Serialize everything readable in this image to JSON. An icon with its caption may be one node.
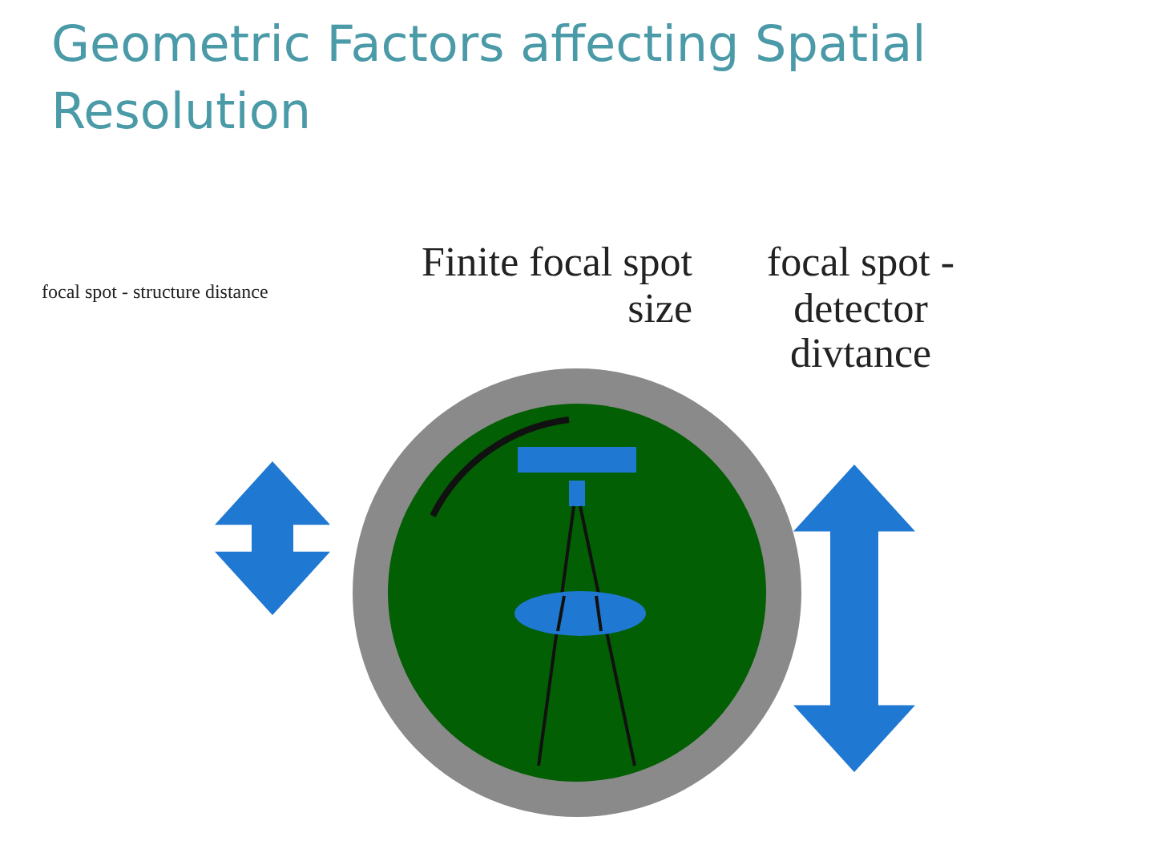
{
  "diagram": {
    "title": "Geometric Factors affecting Spatial Resolution",
    "labels": [
      "focal spot - structure distance",
      "Finite focal spot size",
      "focal spot - detector divtance"
    ]
  }
}
